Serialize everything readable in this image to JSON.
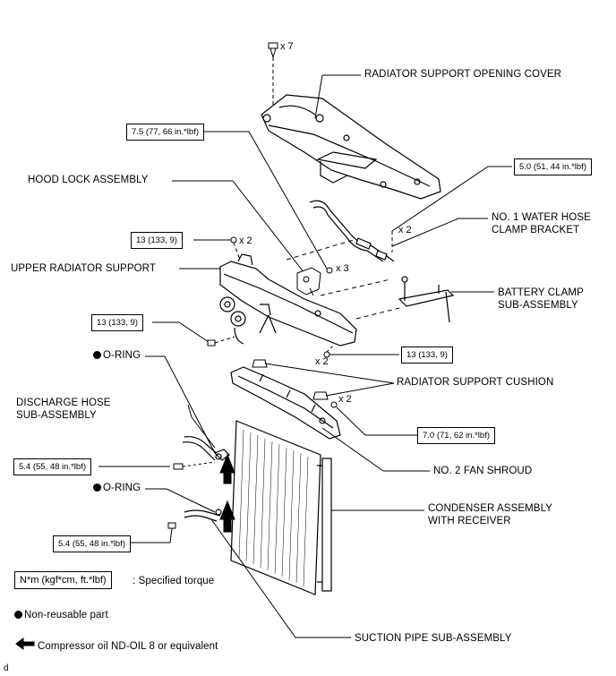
{
  "labels": {
    "opening_cover": "RADIATOR SUPPORT OPENING COVER",
    "hood_lock": "HOOD LOCK ASSEMBLY",
    "upper_support": "UPPER RADIATOR SUPPORT",
    "water_hose_bracket_1": "NO. 1 WATER HOSE",
    "water_hose_bracket_2": "CLAMP BRACKET",
    "battery_clamp_1": "BATTERY CLAMP",
    "battery_clamp_2": "SUB-ASSEMBLY",
    "o_ring": "O-RING",
    "support_cushion": "RADIATOR SUPPORT CUSHION",
    "discharge_hose_1": "DISCHARGE HOSE",
    "discharge_hose_2": "SUB-ASSEMBLY",
    "fan_shroud": "NO. 2 FAN SHROUD",
    "condenser_1": "CONDENSER ASSEMBLY",
    "condenser_2": "WITH RECEIVER",
    "suction_pipe": "SUCTION PIPE SUB-ASSEMBLY"
  },
  "torques": {
    "t_cover_bolt": "7.5 (77, 66 in.*lbf)",
    "t_bracket": "5.0 (51, 44 in.*lbf)",
    "t_upper_left": "13 (133, 9)",
    "t_side_left": "13 (133, 9)",
    "t_side_right": "13 (133, 9)",
    "t_shroud": "7.0 (71, 62 in.*lbf)",
    "t_discharge": "5.4 (55, 48 in.*lbf)",
    "t_suction": "5.4 (55, 48 in.*lbf)"
  },
  "quantities": {
    "q_clips": "x 7",
    "q_bracket": "x 2",
    "q_upper_left": "x 2",
    "q_hood_lock": "x 3",
    "q_side_right": "x 2",
    "q_cushion": "x 2"
  },
  "legend": {
    "torque_unit": "N*m (kgf*cm, ft.*lbf)",
    "torque_desc": ": Specified torque",
    "non_reusable": "Non-reusable part",
    "compressor_oil": "Compressor oil ND-OIL 8 or equivalent"
  },
  "corner_mark": "d"
}
